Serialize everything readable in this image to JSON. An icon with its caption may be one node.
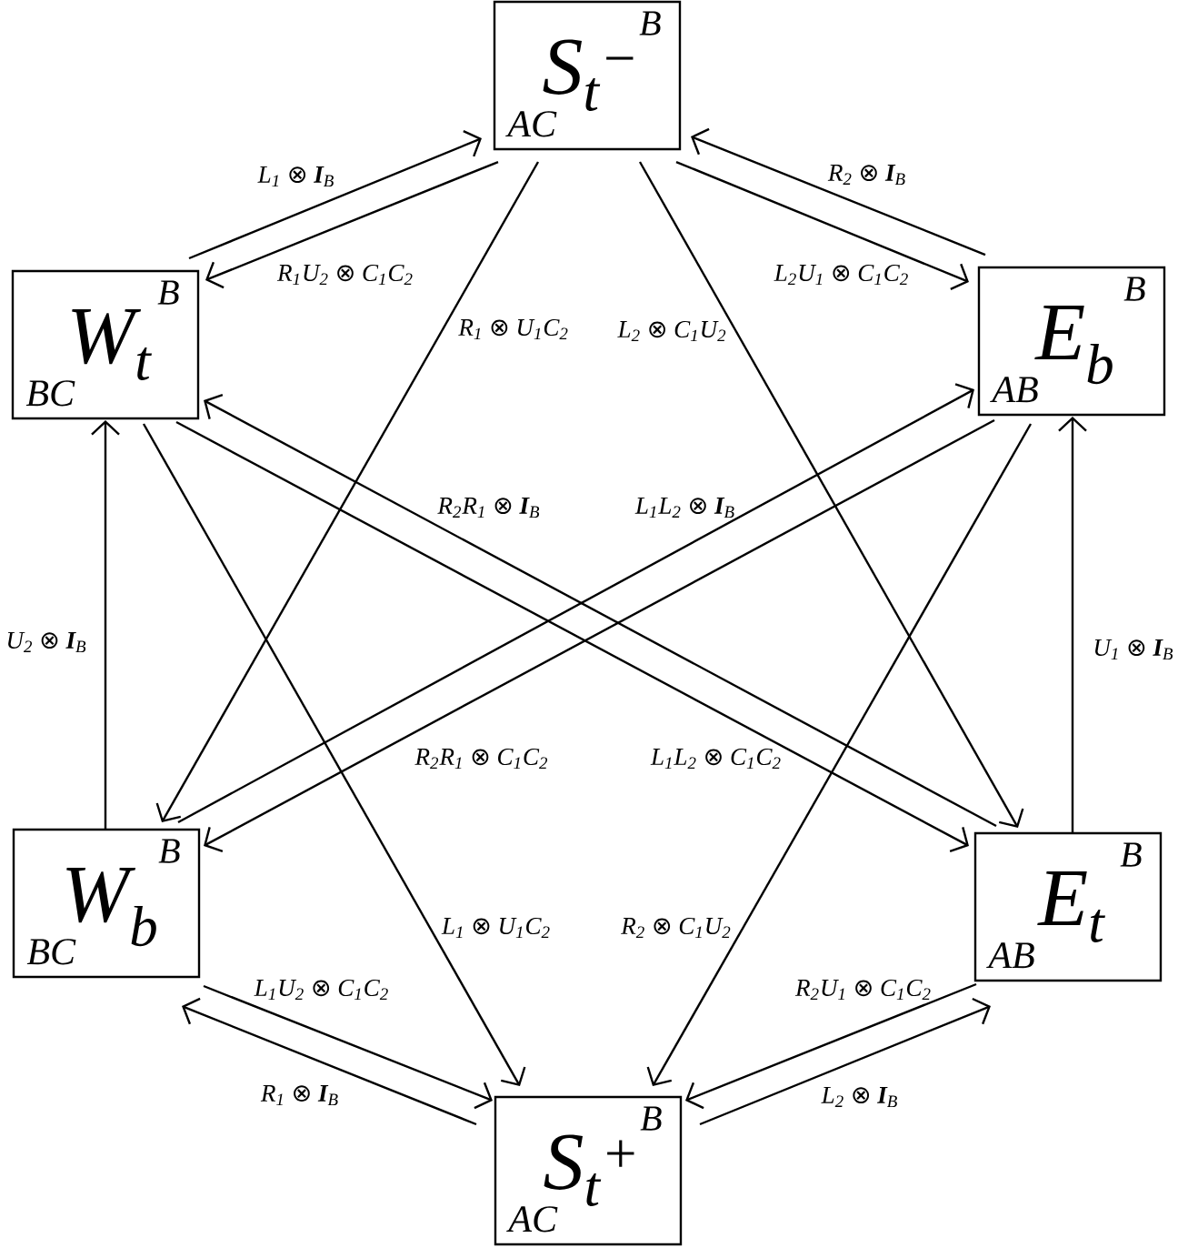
{
  "diagram": {
    "nodes": [
      {
        "text": [
          "S$_{t}$$^{−}$",
          "B",
          "AC"
        ]
      },
      {
        "text": [
          "W$_{t}$",
          "B",
          "BC"
        ]
      },
      {
        "text": [
          "E$_{b}$",
          "B",
          "AB"
        ]
      },
      {
        "text": [
          "W$_{b}$",
          "B",
          "BC"
        ]
      },
      {
        "text": [
          "E$_{t}$",
          "B",
          "AB"
        ]
      },
      {
        "text": [
          "S$_{t}$$^{+}$",
          "B",
          "AC"
        ]
      }
    ],
    "edges": [
      {
        "from": 1,
        "to": 0,
        "arrow": "to",
        "label": "L$_{1}$ ⊗ **I**$_{B}$"
      },
      {
        "from": 0,
        "to": 1,
        "arrow": "to",
        "label": "R$_{1}$U$_{2}$ ⊗ C$_{1}$C$_{2}$"
      },
      {
        "from": 2,
        "to": 0,
        "arrow": "to",
        "label": "R$_{2}$ ⊗ **I**$_{B}$"
      },
      {
        "from": 0,
        "to": 2,
        "arrow": "to",
        "label": "L$_{2}$U$_{1}$ ⊗ C$_{1}$C$_{2}$"
      },
      {
        "from": 0,
        "to": 3,
        "arrow": "to",
        "label": "R$_{1}$ ⊗ U$_{1}$C$_{2}$"
      },
      {
        "from": 0,
        "to": 4,
        "arrow": "to",
        "label": "L$_{2}$ ⊗ C$_{1}$U$_{2}$"
      },
      {
        "from": 1,
        "to": 5,
        "arrow": "to",
        "label": "L$_{1}$ ⊗ U$_{1}$C$_{2}$"
      },
      {
        "from": 2,
        "to": 5,
        "arrow": "to",
        "label": "R$_{2}$ ⊗ C$_{1}$U$_{2}$"
      },
      {
        "from": 3,
        "to": 1,
        "arrow": "to",
        "label": "U$_{2}$ ⊗ **I**$_{B}$"
      },
      {
        "from": 4,
        "to": 2,
        "arrow": "to",
        "label": "U$_{1}$ ⊗ **I**$_{B}$"
      },
      {
        "from": 4,
        "to": 1,
        "arrow": "to",
        "label": "R$_{2}$R$_{1}$ ⊗ **I**$_{B}$"
      },
      {
        "from": 1,
        "to": 4,
        "arrow": "to",
        "label": "L$_{1}$L$_{2}$ ⊗ C$_{1}$C$_{2}$"
      },
      {
        "from": 3,
        "to": 2,
        "arrow": "to",
        "label": "L$_{1}$L$_{2}$ ⊗ **I**$_{B}$"
      },
      {
        "from": 2,
        "to": 3,
        "arrow": "to",
        "label": "R$_{2}$R$_{1}$ ⊗ C$_{1}$C$_{2}$"
      },
      {
        "from": 3,
        "to": 5,
        "arrow": "to",
        "label": "L$_{1}$U$_{2}$ ⊗ C$_{1}$C$_{2}$"
      },
      {
        "from": 5,
        "to": 3,
        "arrow": "to",
        "label": "R$_{1}$ ⊗ **I**$_{B}$"
      },
      {
        "from": 4,
        "to": 5,
        "arrow": "to",
        "label": "R$_{2}$U$_{1}$ ⊗ C$_{1}$C$_{2}$"
      },
      {
        "from": 5,
        "to": 4,
        "arrow": "to",
        "label": "L$_{2}$ ⊗ **I**$_{B}$"
      }
    ]
  }
}
